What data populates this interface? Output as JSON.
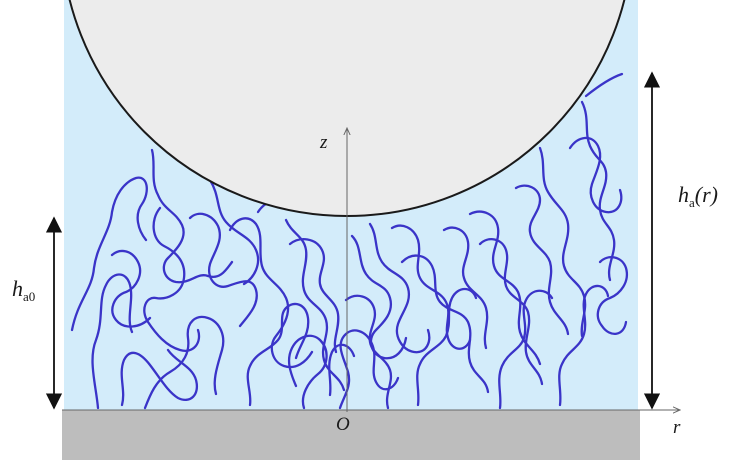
{
  "labels": {
    "z_axis": "z",
    "r_axis": "r",
    "origin": "O",
    "h_a0_main": "h",
    "h_a0_sub": "a0",
    "h_ar_main": "h",
    "h_ar_sub": "a",
    "h_ar_arg": "(r)"
  },
  "colors": {
    "solvent": "#d3ecfa",
    "substrate": "#bdbdbd",
    "sphere_fill": "#ececec",
    "sphere_stroke": "#1a1a1a",
    "chains": "#3a34c8",
    "guides": "#555555"
  }
}
